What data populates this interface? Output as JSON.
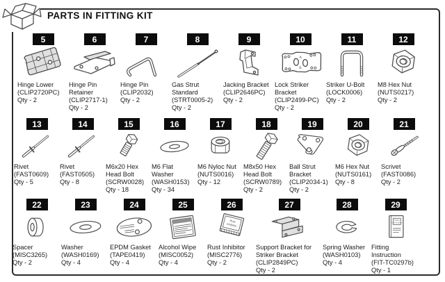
{
  "header": {
    "title": "PARTS IN FITTING KIT"
  },
  "rows": [
    {
      "items": [
        {
          "num": "5",
          "name": "Hinge Lower",
          "code": "(CLIP2720PC)",
          "qty": "Qty - 2",
          "icon": "hinge-lower-icon"
        },
        {
          "num": "6",
          "name": "Hinge Pin Retainer",
          "code": "(CLIP2717-1)",
          "qty": "Qty - 2",
          "icon": "hinge-pin-retainer-icon"
        },
        {
          "num": "7",
          "name": "Hinge Pin",
          "code": "(CLIP2032)",
          "qty": "Qty - 2",
          "icon": "hinge-pin-icon"
        },
        {
          "num": "8",
          "name": "Gas Strut Standard",
          "code": "(STRT0005-2)",
          "qty": "Qty - 2",
          "icon": "gas-strut-icon"
        },
        {
          "num": "9",
          "name": "Jacking Bracket",
          "code": "(CLIP2646PC)",
          "qty": "Qty - 2",
          "icon": "jacking-bracket-icon"
        },
        {
          "num": "10",
          "name": "Lock Striker Bracket",
          "code": "(CLIP2499-PC)",
          "qty": "Qty - 2",
          "icon": "lock-striker-bracket-icon",
          "print": [
            "A",
            "B"
          ]
        },
        {
          "num": "11",
          "name": "Striker U-Bolt",
          "code": "(LOCK0006)",
          "qty": "Qty - 2",
          "icon": "u-bolt-icon"
        },
        {
          "num": "12",
          "name": "M8 Hex Nut",
          "code": "(NUTS0217)",
          "qty": "Qty - 2",
          "icon": "hex-nut-3d-icon"
        }
      ]
    },
    {
      "items": [
        {
          "num": "13",
          "name": "Rivet",
          "code": "(FAST0609)",
          "qty": "Qty - 5",
          "icon": "rivet-icon"
        },
        {
          "num": "14",
          "name": "Rivet",
          "code": "(FAST0505)",
          "qty": "Qty - 8",
          "icon": "rivet-icon"
        },
        {
          "num": "15",
          "name": "M6x20 Hex Head Bolt",
          "code": "(SCRW0028)",
          "qty": "Qty - 18",
          "icon": "hex-bolt-icon"
        },
        {
          "num": "16",
          "name": "M6 Flat Washer",
          "code": "(WASH0153)",
          "qty": "Qty - 34",
          "icon": "flat-washer-icon"
        },
        {
          "num": "17",
          "name": "M6 Nyloc Nut",
          "code": "(NUTS0016)",
          "qty": "Qty - 12",
          "icon": "nyloc-nut-icon"
        },
        {
          "num": "18",
          "name": "M8x50 Hex Head Bolt",
          "code": "(SCRW0789)",
          "qty": "Qty - 2",
          "icon": "hex-bolt-long-icon"
        },
        {
          "num": "19",
          "name": "Ball Strut Bracket",
          "code": "(CLIP2034-1)",
          "qty": "Qty - 2",
          "icon": "ball-strut-bracket-icon"
        },
        {
          "num": "20",
          "name": "M6 Hex Nut",
          "code": "(NUTS0161)",
          "qty": "Qty - 8",
          "icon": "hex-nut-3d-icon"
        },
        {
          "num": "21",
          "name": "Scrivet",
          "code": "(FAST0086)",
          "qty": "Qty - 2",
          "icon": "scrivet-icon"
        }
      ]
    },
    {
      "items": [
        {
          "num": "22",
          "name": "Spacer",
          "code": "(MISC3265)",
          "qty": "Qty - 2",
          "icon": "spacer-icon"
        },
        {
          "num": "23",
          "name": "Washer",
          "code": "(WASH0169)",
          "qty": "Qty - 4",
          "icon": "washer-icon"
        },
        {
          "num": "24",
          "name": "EPDM Gasket",
          "code": "(TAPE0419)",
          "qty": "Qty - 4",
          "icon": "gasket-icon"
        },
        {
          "num": "25",
          "name": "Alcohol Wipe",
          "code": "(MISC0052)",
          "qty": "Qty - 4",
          "icon": "wipe-packet-icon"
        },
        {
          "num": "26",
          "name": "Rust Inhibitor",
          "code": "(MISC2776)",
          "qty": "Qty - 2",
          "icon": "rust-packet-icon",
          "print": [
            "Rust",
            "Inhibitor"
          ]
        },
        {
          "num": "27",
          "name": "Support Bracket for Striker Bracket",
          "code": "(CLIP2849PC)",
          "qty": "Qty - 2",
          "icon": "support-bracket-icon"
        },
        {
          "num": "28",
          "name": "Spring Washer",
          "code": "(WASH0103)",
          "qty": "Qty - 4",
          "icon": "spring-washer-icon"
        },
        {
          "num": "29",
          "name": "Fitting Instruction",
          "code": "(FIT-TC0297b)",
          "qty": "Qty - 1",
          "icon": "instruction-booklet-icon",
          "print": [
            "Fitting",
            "Instructions"
          ]
        }
      ]
    }
  ]
}
